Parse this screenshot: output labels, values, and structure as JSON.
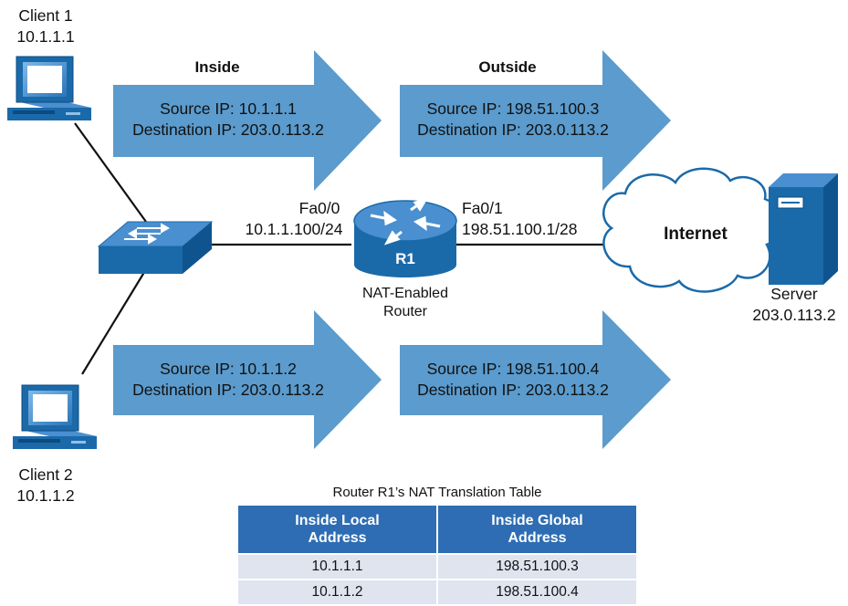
{
  "clients": [
    {
      "name": "Client 1",
      "ip": "10.1.1.1"
    },
    {
      "name": "Client 2",
      "ip": "10.1.1.2"
    }
  ],
  "zones": {
    "inside": "Inside",
    "outside": "Outside"
  },
  "packets": [
    {
      "src": "Source IP: 10.1.1.1",
      "dst": "Destination IP: 203.0.113.2"
    },
    {
      "src": "Source IP: 198.51.100.3",
      "dst": "Destination IP: 203.0.113.2"
    },
    {
      "src": "Source IP: 10.1.1.2",
      "dst": "Destination IP: 203.0.113.2"
    },
    {
      "src": "Source IP: 198.51.100.4",
      "dst": "Destination IP: 203.0.113.2"
    }
  ],
  "router": {
    "name": "R1",
    "desc_line1": "NAT-Enabled",
    "desc_line2": "Router",
    "if_inside": {
      "name": "Fa0/0",
      "ip": "10.1.1.100/24"
    },
    "if_outside": {
      "name": "Fa0/1",
      "ip": "198.51.100.1/28"
    }
  },
  "internet": "Internet",
  "server": {
    "name": "Server",
    "ip": "203.0.113.2"
  },
  "nat_table": {
    "title": "Router R1’s NAT Translation Table",
    "headers": [
      [
        "Inside Local",
        "Address"
      ],
      [
        "Inside Global",
        "Address"
      ]
    ],
    "rows": [
      [
        "10.1.1.1",
        "198.51.100.3"
      ],
      [
        "10.1.1.2",
        "198.51.100.4"
      ]
    ]
  },
  "colors": {
    "arrow": "#5b9bcd",
    "device": "#1a6aaa",
    "device_top": "#4a8fd0",
    "table_header": "#2e6db3",
    "table_row": "#dfe4ef"
  }
}
